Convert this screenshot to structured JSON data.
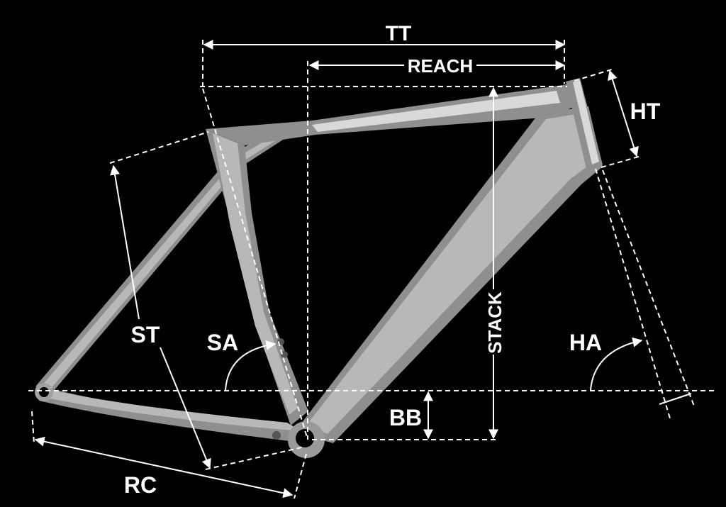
{
  "labels": {
    "tt": "TT",
    "reach": "REACH",
    "ht": "HT",
    "st": "ST",
    "sa": "SA",
    "stack": "STACK",
    "ha": "HA",
    "bb": "BB",
    "rc": "RC"
  },
  "colors": {
    "background": "#000000",
    "frame": "#b8b8b8",
    "lines": "#ffffff"
  }
}
